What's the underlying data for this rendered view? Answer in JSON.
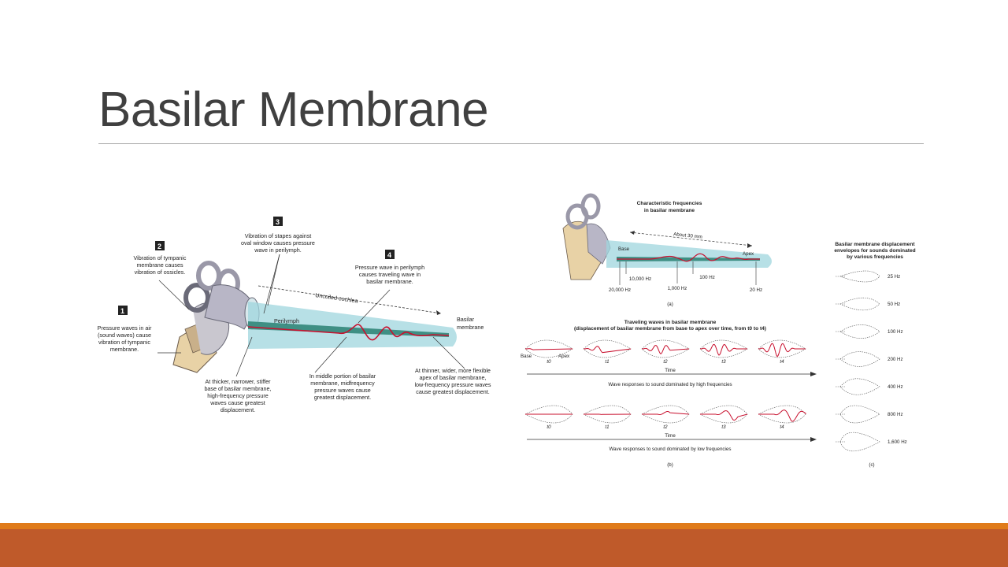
{
  "slide": {
    "title": "Basilar Membrane"
  },
  "colors": {
    "title": "#404040",
    "rule": "#a6a6a6",
    "footer_accent": "#e07b1a",
    "footer": "#bf5a2a",
    "wave": "#c8102e",
    "cochlea_fill": "#9fd6dd"
  },
  "left_figure": {
    "steps": [
      {
        "number": "1",
        "lines": [
          "Pressure waves in air",
          "(sound waves) cause",
          "vibration of tympanic",
          "membrane."
        ]
      },
      {
        "number": "2",
        "lines": [
          "Vibration of tympanic",
          "membrane causes",
          "vibration of ossicles."
        ]
      },
      {
        "number": "3",
        "lines": [
          "Vibration of stapes against",
          "oval window causes pressure",
          "wave in perilymph."
        ]
      },
      {
        "number": "4",
        "lines": [
          "Pressure wave in perilymph",
          "causes traveling wave in",
          "basilar membrane."
        ]
      }
    ],
    "uncoiled_label": "Uncoiled cochlea",
    "perilymph_label": "Perilymph",
    "basilar_label": [
      "Basilar",
      "membrane"
    ],
    "callouts": [
      [
        "At thicker, narrower, stiffer",
        "base of basilar membrane,",
        "high-frequency pressure",
        "waves cause greatest",
        "displacement."
      ],
      [
        "In middle portion of basilar",
        "membrane, midfrequency",
        "pressure waves cause",
        "greatest displacement."
      ],
      [
        "At thinner, wider, more flexible",
        "apex of basilar membrane,",
        "low-frequency pressure waves",
        "cause greatest displacement."
      ]
    ]
  },
  "panel_a": {
    "title": [
      "Characteristic frequencies",
      "in basilar membrane"
    ],
    "length": "About 30 mm",
    "base": "Base",
    "apex": "Apex",
    "freqs_lower": [
      "20,000 Hz",
      "1,000 Hz",
      "20 Hz"
    ],
    "freqs_upper": [
      "10,000 Hz",
      "100 Hz"
    ],
    "caption": "(a)"
  },
  "panel_b": {
    "title": [
      "Traveling waves in basilar membrane",
      "(displacement of basilar membrane from base to apex over time, from t0 to t4)"
    ],
    "base": "Base",
    "apex": "Apex",
    "time_labels": [
      "t0",
      "t1",
      "t2",
      "t3",
      "t4"
    ],
    "axis": "Time",
    "high_caption": "Wave responses to sound dominated by high frequencies",
    "low_caption": "Wave responses to sound dominated by low frequencies",
    "caption": "(b)"
  },
  "panel_c": {
    "title": [
      "Basilar membrane displacement",
      "envelopes for sounds dominated",
      "by various frequencies"
    ],
    "freqs": [
      "25 Hz",
      "50 Hz",
      "100 Hz",
      "200 Hz",
      "400 Hz",
      "800 Hz",
      "1,600 Hz"
    ],
    "caption": "(c)"
  }
}
